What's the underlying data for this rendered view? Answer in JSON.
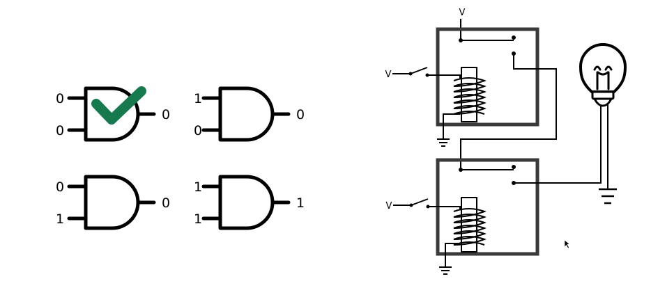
{
  "colors": {
    "stroke": "#000000",
    "relay_box": "#3a3a3a",
    "check": "#167a4e",
    "background": "#ffffff"
  },
  "and_gates": [
    {
      "input_a": "0",
      "input_b": "0",
      "output": "0",
      "checked": true
    },
    {
      "input_a": "1",
      "input_b": "0",
      "output": "0",
      "checked": false
    },
    {
      "input_a": "0",
      "input_b": "1",
      "output": "0",
      "checked": false
    },
    {
      "input_a": "1",
      "input_b": "1",
      "output": "1",
      "checked": false
    }
  ],
  "relay_circuit": {
    "supply_label": "V",
    "relay_top": {
      "switch_label": "V"
    },
    "relay_bottom": {
      "switch_label": "V"
    },
    "icons": [
      "check-icon",
      "light-bulb-icon",
      "ground-icon",
      "coil-icon",
      "cursor-icon"
    ]
  }
}
